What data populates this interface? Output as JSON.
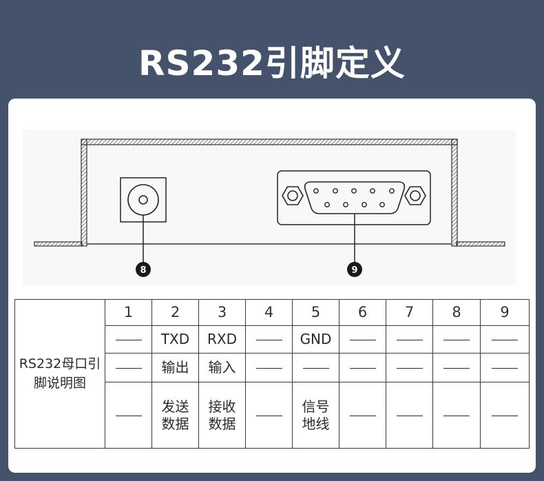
{
  "title": "RS232引脚定义",
  "callouts": {
    "power": "8",
    "db9": "9"
  },
  "table": {
    "row_header": "RS232母口引脚说明图",
    "pins": [
      "1",
      "2",
      "3",
      "4",
      "5",
      "6",
      "7",
      "8",
      "9"
    ],
    "signal": [
      "—",
      "TXD",
      "RXD",
      "—",
      "GND",
      "—",
      "—",
      "—",
      "—"
    ],
    "direction": [
      "—",
      "输出",
      "输入",
      "—",
      "—",
      "—",
      "—",
      "—",
      "—"
    ],
    "description": [
      "—",
      "发送数据",
      "接收数据",
      "—",
      "信号地线",
      "—",
      "—",
      "—",
      "—"
    ]
  },
  "colors": {
    "background": "#45526b",
    "card": "#ffffff",
    "line": "#2a2a2a"
  }
}
